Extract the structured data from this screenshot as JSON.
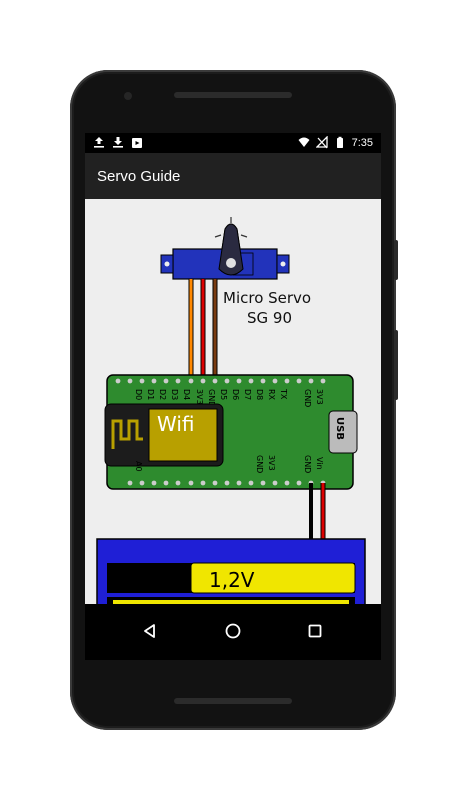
{
  "statusbar": {
    "left_icons": [
      "upload-icon",
      "download-icon",
      "media-icon"
    ],
    "right_icons": [
      "wifi-icon",
      "no-signal-icon",
      "battery-icon"
    ],
    "time": "7:35"
  },
  "appbar": {
    "title": "Servo Guide"
  },
  "diagram": {
    "servo_label_line1": "Micro Servo",
    "servo_label_line2": "SG 90",
    "board_top_pins": [
      "D0",
      "D1",
      "D2",
      "D3",
      "D4",
      "3V3",
      "GND",
      "D5",
      "D6",
      "D7",
      "D8",
      "RX",
      "TX",
      "GND",
      "3V3"
    ],
    "board_bottom_pins": [
      "A0",
      "GND",
      "3V3",
      "GND",
      "Vin"
    ],
    "wifi_label": "Wifi",
    "usb_label": "USB",
    "battery_label": "1,2V",
    "colors": {
      "board": "#2e8b2e",
      "servo": "#2233bb",
      "wifi_module": "#b8a000",
      "battery_blue": "#1f1fd6",
      "battery_yellow": "#f0e600",
      "wire_orange": "#ff8800",
      "wire_red": "#dd0000",
      "wire_brown": "#7a3b10"
    }
  },
  "navbar": {
    "back": "back-icon",
    "home": "home-icon",
    "recents": "recents-icon"
  }
}
